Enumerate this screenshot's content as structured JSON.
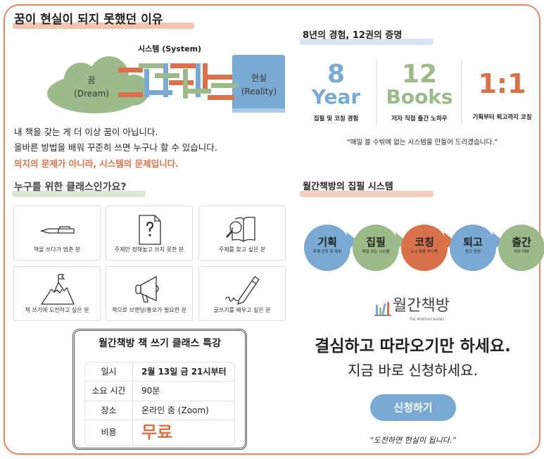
{
  "colors": {
    "accent_orange": "#d9714a",
    "accent_blue": "#7aaad3",
    "accent_green": "#9dbb8a",
    "frame": "#e8865f"
  },
  "why": {
    "title": "꿈이 현실이 되지 못했던 이유",
    "system_label": "시스템 (System)",
    "dream": "꿈",
    "dream_en": "(Dream)",
    "reality": "현실",
    "reality_en": "(Reality)",
    "line1": "내 책을 갖는 게 더 이상 꿈이 아닙니다.",
    "line2": "올바른 방법을 배워 꾸준히 쓰면 누구나 할 수 있습니다.",
    "emphasis": "의지의 문제가 아니라, 시스템의 문제입니다."
  },
  "proof": {
    "title": "8년의 경험, 12권의 증명",
    "stats": [
      {
        "num": "8",
        "unit": "Year",
        "label": "집필 및 코칭 경험"
      },
      {
        "num": "12",
        "unit": "Books",
        "label": "저자 직접 출간 노하우"
      },
      {
        "num": "1:1",
        "unit": "",
        "label": "기획부터 퇴고까지 코칭"
      }
    ],
    "quote": "“매일 쓸 수밖에 없는 시스템을 만들어 드리겠습니다.”"
  },
  "who": {
    "title": "누구를 위한 클래스인가요?",
    "cards": [
      {
        "icon": "pen-icon",
        "label": "책을 쓰다가 멈춘 분"
      },
      {
        "icon": "question-document-icon",
        "label": "주제만 정해놓고 쓰지 못한 분"
      },
      {
        "icon": "magnifier-book-icon",
        "label": "주제를 찾고 싶은 분"
      },
      {
        "icon": "mountain-flag-icon",
        "label": "책 쓰기에 도전하고 싶은 분"
      },
      {
        "icon": "megaphone-icon",
        "label": "책으로 브랜딩/홍보가 필요한 분"
      },
      {
        "icon": "pencil-icon",
        "label": "글쓰기를 배우고 싶은 분"
      }
    ]
  },
  "system": {
    "title": "월간책방의 집필 시스템",
    "steps": [
      {
        "name": "기획",
        "desc": "주제 선정 및 목차",
        "color": "#7aaad3"
      },
      {
        "name": "집필",
        "desc": "매일 쓰는 시스템",
        "color": "#9dbb8a"
      },
      {
        "name": "코칭",
        "desc": "1:1 맞춤 피드백",
        "color": "#d9714a"
      },
      {
        "name": "퇴고",
        "desc": "원고 완성",
        "color": "#7aaad3"
      },
      {
        "name": "출간",
        "desc": "저자 데뷔",
        "color": "#9dbb8a"
      }
    ]
  },
  "logo": {
    "name": "월간책방",
    "sub": "THE MONTHLY BOOKS"
  },
  "event": {
    "title": "월간책방 책 쓰기 클래스 특강",
    "rows": [
      {
        "k": "일시",
        "v": "2월 13일 금 21시부터"
      },
      {
        "k": "소요 시간",
        "v": "90분"
      },
      {
        "k": "장소",
        "v": "온라인 줌 (Zoom)"
      },
      {
        "k": "비용",
        "v": "무료"
      }
    ]
  },
  "cta": {
    "headline": "결심하고 따라오기만 하세요.",
    "sub": "지금 바로 신청하세요.",
    "button": "신청하기",
    "quote": "“도전하면 현실이 됩니다.”"
  }
}
